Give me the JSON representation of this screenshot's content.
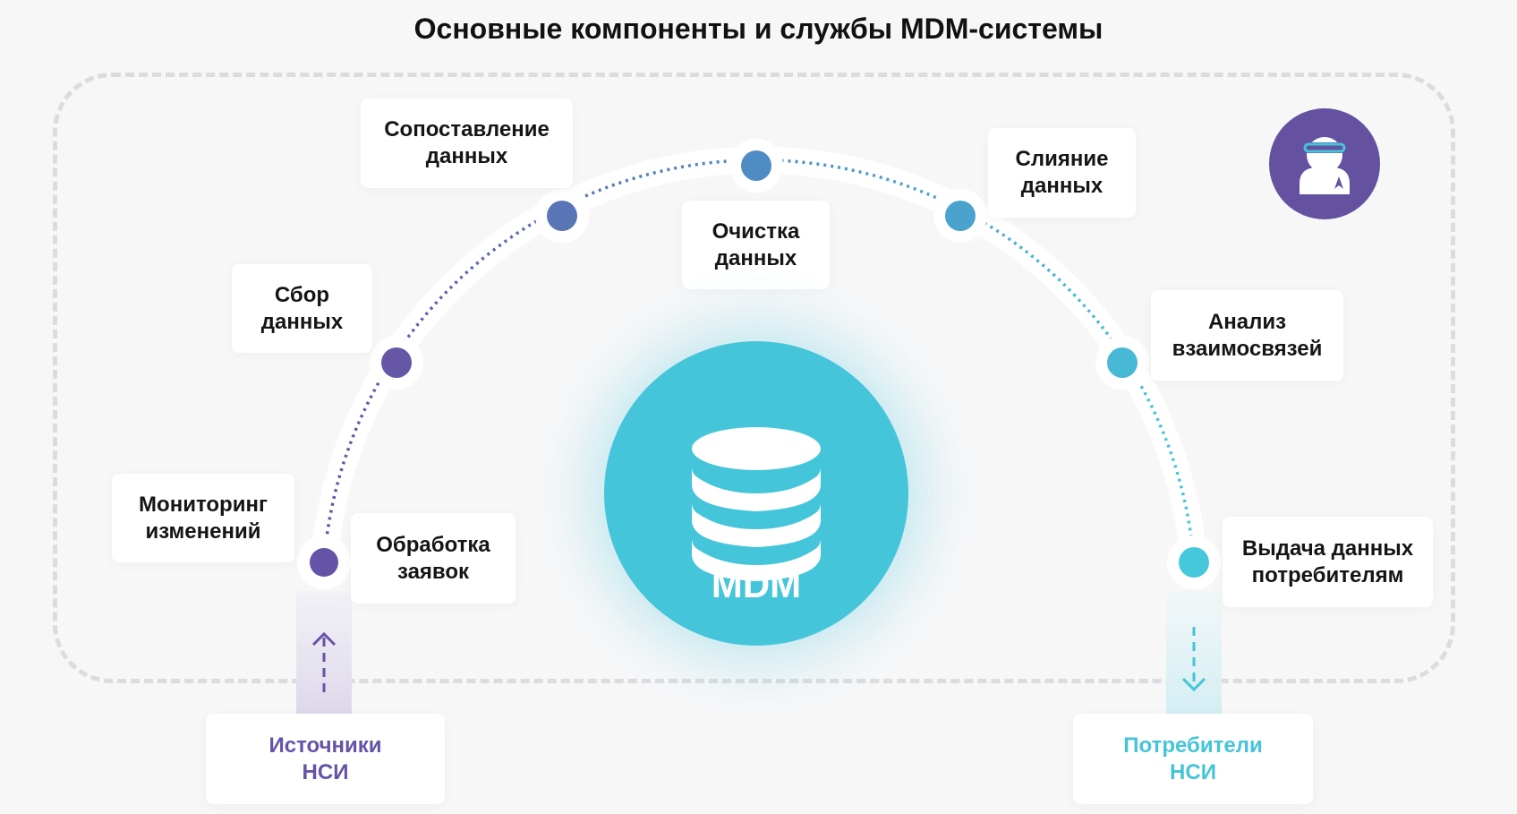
{
  "title": "Основные компоненты и службы MDM-системы",
  "center": {
    "label": "MDM",
    "icon": "database-icon"
  },
  "avatar_icon": "user-vr-headset-icon",
  "steps": [
    {
      "label": "Мониторинг\nизменений"
    },
    {
      "label": "Обработка\nзаявок"
    },
    {
      "label": "Сбор\nданных"
    },
    {
      "label": "Сопоставление\nданных"
    },
    {
      "label": "Очистка\nданных"
    },
    {
      "label": "Слияние\nданных"
    },
    {
      "label": "Анализ\nвзаимосвязей"
    },
    {
      "label": "Выдача данных\nпотребителям"
    }
  ],
  "sources": {
    "label": "Источники\nНСИ",
    "color": "#6553a8"
  },
  "consumers": {
    "label": "Потребители\nНСИ",
    "color": "#45c4d9"
  },
  "colors": {
    "purple": "#6553a8",
    "cyan": "#45c4d9"
  }
}
